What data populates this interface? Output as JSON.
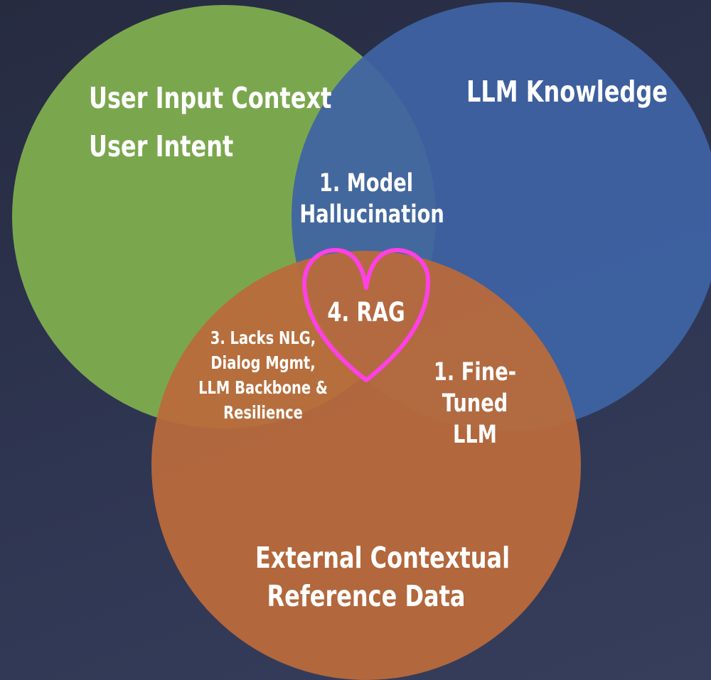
{
  "diagram": {
    "circles": [
      {
        "label_lines": [
          "User Input Context",
          "User Intent"
        ],
        "color": "#7aa74e"
      },
      {
        "label_lines": [
          "LLM Knowledge"
        ],
        "color": "#3e63a5"
      },
      {
        "label_lines": [
          "External Contextual",
          "Reference Data"
        ],
        "color": "#ba6a3c"
      }
    ],
    "overlaps": {
      "green_blue": "1. Model\nHallucination",
      "green_orange": "3. Lacks NLG,\nDialog Mgmt,\nLLM Backbone &\nResilience",
      "blue_orange": "1. Fine-Tuned\nLLM",
      "center": "4. RAG"
    },
    "heart_color": "#ff40e6"
  }
}
